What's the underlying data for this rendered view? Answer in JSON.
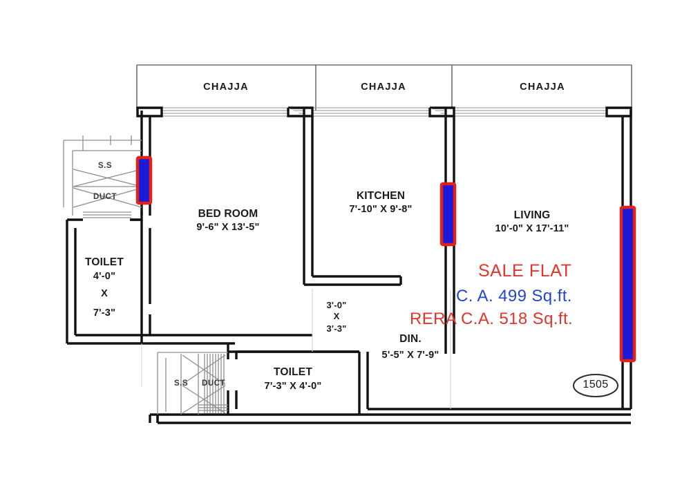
{
  "plan": {
    "flat_number": "1505",
    "colors": {
      "wall": "#111111",
      "thin_line": "#7a7a7a",
      "window_fill": "#1a1ad8",
      "window_stroke": "#e0211c",
      "sale_red": "#e2342c",
      "sale_blue": "#2344d4",
      "background": "#ffffff"
    },
    "chajja": [
      {
        "label": "CHAJJA"
      },
      {
        "label": "CHAJJA"
      },
      {
        "label": "CHAJJA"
      }
    ],
    "rooms": [
      {
        "name": "BED ROOM",
        "dimensions": "9'-6\" X 13'-5\""
      },
      {
        "name": "KITCHEN",
        "dimensions": "7'-10\" X 9'-8\""
      },
      {
        "name": "LIVING",
        "dimensions": "10'-0\" X 17'-11\""
      },
      {
        "name": "TOILET",
        "dim_w": "4'-0\"",
        "dim_x": "X",
        "dim_h": "7'-3\""
      },
      {
        "name": "TOILET",
        "dimensions": "7'-3\" X 4'-0\""
      },
      {
        "name": "DIN.",
        "dimensions": "5'-5\" X 7'-9\""
      }
    ],
    "passage": {
      "dim_w": "3'-0\"",
      "dim_x": "X",
      "dim_h": "3'-3\""
    },
    "ducts": [
      {
        "ss": "S.S",
        "duct": "DUCT"
      },
      {
        "ss": "S.S",
        "duct": "DUCT"
      }
    ],
    "sale_info": {
      "title": "SALE FLAT",
      "carpet_area": "C. A. 499 Sq.ft.",
      "rera_area": "RERA C.A. 518 Sq.ft."
    }
  }
}
